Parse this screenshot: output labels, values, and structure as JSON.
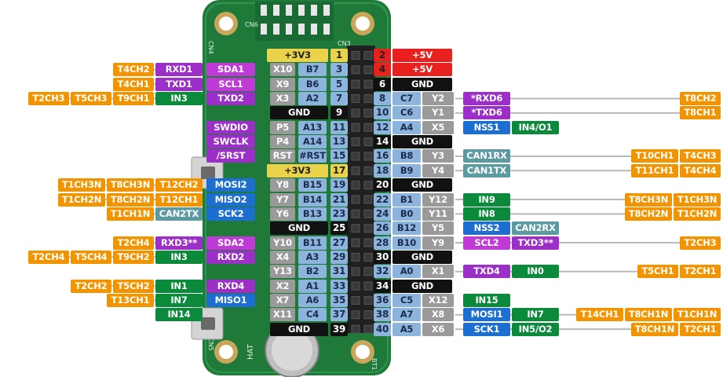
{
  "board": {
    "silkscreen": [
      "CN4",
      "CN6",
      "CN3",
      "BT1",
      "CN5",
      "HAT"
    ]
  },
  "colors": {
    "orange": "#f29400",
    "purple": "#9b2fc8",
    "magenta": "#c03ad8",
    "green": "#0b8a3c",
    "blue": "#1c6fd1",
    "teal": "#5c9aa2",
    "black": "#111111",
    "red": "#e8201e",
    "yellow": "#ead24a",
    "gray": "#9a9a9a",
    "lightblue": "#8db4dc"
  },
  "rows": [
    {
      "left": [],
      "onboard_left": [
        {
          "t": "+3V3",
          "c": "yellow"
        }
      ],
      "pin_l": "1",
      "pin_r": "2",
      "onboard_right": [
        {
          "t": "+5V",
          "c": "red"
        }
      ],
      "right": []
    },
    {
      "left": [
        {
          "t": "T4CH2",
          "c": "orange"
        },
        {
          "t": "RXD1",
          "c": "purple"
        }
      ],
      "onboard_left": [
        {
          "t": "SDA1",
          "c": "magenta"
        },
        {
          "t": "X10",
          "c": "gray"
        },
        {
          "t": "B7",
          "c": "lblue"
        }
      ],
      "pin_l": "3",
      "pin_r": "4",
      "onboard_right": [
        {
          "t": "+5V",
          "c": "red"
        }
      ],
      "right": []
    },
    {
      "left": [
        {
          "t": "T4CH1",
          "c": "orange"
        },
        {
          "t": "TXD1",
          "c": "purple"
        }
      ],
      "onboard_left": [
        {
          "t": "SCL1",
          "c": "magenta"
        },
        {
          "t": "X9",
          "c": "gray"
        },
        {
          "t": "B6",
          "c": "lblue"
        }
      ],
      "pin_l": "5",
      "pin_r": "6",
      "onboard_right": [
        {
          "t": "GND",
          "c": "black"
        }
      ],
      "right": []
    },
    {
      "left": [
        {
          "t": "T2CH3",
          "c": "orange"
        },
        {
          "t": "T5CH3",
          "c": "orange"
        },
        {
          "t": "T9CH1",
          "c": "orange"
        },
        {
          "t": "IN3",
          "c": "green"
        }
      ],
      "onboard_left": [
        {
          "t": "TXD2",
          "c": "purple"
        },
        {
          "t": "X3",
          "c": "gray"
        },
        {
          "t": "A2",
          "c": "lblue"
        }
      ],
      "pin_l": "7",
      "pin_r": "8",
      "onboard_right": [
        {
          "t": "C7",
          "c": "lblue"
        },
        {
          "t": "Y2",
          "c": "gray"
        }
      ],
      "right": [
        {
          "t": "*RXD6",
          "c": "purple"
        },
        {
          "t": "T8CH2",
          "c": "orange"
        }
      ]
    },
    {
      "left": [],
      "onboard_left": [
        {
          "t": "GND",
          "c": "black"
        }
      ],
      "pin_l": "9",
      "pin_r": "10",
      "onboard_right": [
        {
          "t": "C6",
          "c": "lblue"
        },
        {
          "t": "Y1",
          "c": "gray"
        }
      ],
      "right": [
        {
          "t": "*TXD6",
          "c": "purple"
        },
        {
          "t": "T8CH1",
          "c": "orange"
        }
      ]
    },
    {
      "left": [],
      "onboard_left": [
        {
          "t": "SWDIO",
          "c": "purple"
        },
        {
          "t": "P5",
          "c": "gray"
        },
        {
          "t": "A13",
          "c": "lblue"
        }
      ],
      "pin_l": "11",
      "pin_r": "12",
      "onboard_right": [
        {
          "t": "A4",
          "c": "lblue"
        },
        {
          "t": "X5",
          "c": "gray"
        }
      ],
      "right": [
        {
          "t": "NSS1",
          "c": "blue"
        },
        {
          "t": "IN4/O1",
          "c": "green"
        }
      ]
    },
    {
      "left": [],
      "onboard_left": [
        {
          "t": "SWCLK",
          "c": "purple"
        },
        {
          "t": "P4",
          "c": "gray"
        },
        {
          "t": "A14",
          "c": "lblue"
        }
      ],
      "pin_l": "13",
      "pin_r": "14",
      "onboard_right": [
        {
          "t": "GND",
          "c": "black"
        }
      ],
      "right": []
    },
    {
      "left": [],
      "onboard_left": [
        {
          "t": "/SRST",
          "c": "purple"
        },
        {
          "t": "RST",
          "c": "gray"
        },
        {
          "t": "#RST",
          "c": "lblue"
        }
      ],
      "pin_l": "15",
      "pin_r": "16",
      "onboard_right": [
        {
          "t": "B8",
          "c": "lblue"
        },
        {
          "t": "Y3",
          "c": "gray"
        }
      ],
      "right": [
        {
          "t": "CAN1RX",
          "c": "teal"
        },
        {
          "t": "T10CH1",
          "c": "orange"
        },
        {
          "t": "T4CH3",
          "c": "orange"
        }
      ]
    },
    {
      "left": [],
      "onboard_left": [
        {
          "t": "+3V3",
          "c": "yellow"
        }
      ],
      "pin_l": "17",
      "pin_r": "18",
      "onboard_right": [
        {
          "t": "B9",
          "c": "lblue"
        },
        {
          "t": "Y4",
          "c": "gray"
        }
      ],
      "right": [
        {
          "t": "CAN1TX",
          "c": "teal"
        },
        {
          "t": "T11CH1",
          "c": "orange"
        },
        {
          "t": "T4CH4",
          "c": "orange"
        }
      ]
    },
    {
      "left": [
        {
          "t": "T1CH3N",
          "c": "orange"
        },
        {
          "t": "T8CH3N",
          "c": "orange"
        },
        {
          "t": "T12CH2",
          "c": "orange"
        }
      ],
      "onboard_left": [
        {
          "t": "MOSI2",
          "c": "blue"
        },
        {
          "t": "Y8",
          "c": "gray"
        },
        {
          "t": "B15",
          "c": "lblue"
        }
      ],
      "pin_l": "19",
      "pin_r": "20",
      "onboard_right": [
        {
          "t": "GND",
          "c": "black"
        }
      ],
      "right": []
    },
    {
      "left": [
        {
          "t": "T1CH2N",
          "c": "orange"
        },
        {
          "t": "T8CH2N",
          "c": "orange"
        },
        {
          "t": "T12CH1",
          "c": "orange"
        }
      ],
      "onboard_left": [
        {
          "t": "MISO2",
          "c": "blue"
        },
        {
          "t": "Y7",
          "c": "gray"
        },
        {
          "t": "B14",
          "c": "lblue"
        }
      ],
      "pin_l": "21",
      "pin_r": "22",
      "onboard_right": [
        {
          "t": "B1",
          "c": "lblue"
        },
        {
          "t": "Y12",
          "c": "gray"
        }
      ],
      "right": [
        {
          "t": "IN9",
          "c": "green"
        },
        {
          "t": "T8CH3N",
          "c": "orange"
        },
        {
          "t": "T1CH3N",
          "c": "orange"
        }
      ]
    },
    {
      "left": [
        {
          "t": "T1CH1N",
          "c": "orange"
        },
        {
          "t": "CAN2TX",
          "c": "teal"
        }
      ],
      "onboard_left": [
        {
          "t": "SCK2",
          "c": "blue"
        },
        {
          "t": "Y6",
          "c": "gray"
        },
        {
          "t": "B13",
          "c": "lblue"
        }
      ],
      "pin_l": "23",
      "pin_r": "24",
      "onboard_right": [
        {
          "t": "B0",
          "c": "lblue"
        },
        {
          "t": "Y11",
          "c": "gray"
        }
      ],
      "right": [
        {
          "t": "IN8",
          "c": "green"
        },
        {
          "t": "T8CH2N",
          "c": "orange"
        },
        {
          "t": "T1CH2N",
          "c": "orange"
        }
      ]
    },
    {
      "left": [],
      "onboard_left": [
        {
          "t": "GND",
          "c": "black"
        }
      ],
      "pin_l": "25",
      "pin_r": "26",
      "onboard_right": [
        {
          "t": "B12",
          "c": "lblue"
        },
        {
          "t": "Y5",
          "c": "gray"
        }
      ],
      "right": [
        {
          "t": "NSS2",
          "c": "blue"
        },
        {
          "t": "CAN2RX",
          "c": "teal"
        }
      ]
    },
    {
      "left": [
        {
          "t": "T2CH4",
          "c": "orange"
        },
        {
          "t": "RXD3**",
          "c": "purple"
        }
      ],
      "onboard_left": [
        {
          "t": "SDA2",
          "c": "magenta"
        },
        {
          "t": "Y10",
          "c": "gray"
        },
        {
          "t": "B11",
          "c": "lblue"
        }
      ],
      "pin_l": "27",
      "pin_r": "28",
      "onboard_right": [
        {
          "t": "B10",
          "c": "lblue"
        },
        {
          "t": "Y9",
          "c": "gray"
        }
      ],
      "right": [
        {
          "t": "SCL2",
          "c": "magenta"
        },
        {
          "t": "TXD3**",
          "c": "purple"
        },
        {
          "t": "T2CH3",
          "c": "orange"
        }
      ]
    },
    {
      "left": [
        {
          "t": "T2CH4",
          "c": "orange"
        },
        {
          "t": "T5CH4",
          "c": "orange"
        },
        {
          "t": "T9CH2",
          "c": "orange"
        },
        {
          "t": "IN3",
          "c": "green"
        }
      ],
      "onboard_left": [
        {
          "t": "RXD2",
          "c": "purple"
        },
        {
          "t": "X4",
          "c": "gray"
        },
        {
          "t": "A3",
          "c": "lblue"
        }
      ],
      "pin_l": "29",
      "pin_r": "30",
      "onboard_right": [
        {
          "t": "GND",
          "c": "black"
        }
      ],
      "right": []
    },
    {
      "left": [],
      "onboard_left": [
        {
          "t": "Y13",
          "c": "gray"
        },
        {
          "t": "B2",
          "c": "lblue"
        }
      ],
      "pin_l": "31",
      "pin_r": "32",
      "onboard_right": [
        {
          "t": "A0",
          "c": "lblue"
        },
        {
          "t": "X1",
          "c": "gray"
        }
      ],
      "right": [
        {
          "t": "TXD4",
          "c": "purple"
        },
        {
          "t": "IN0",
          "c": "green"
        },
        {
          "t": "T5CH1",
          "c": "orange"
        },
        {
          "t": "T2CH1",
          "c": "orange"
        }
      ]
    },
    {
      "left": [
        {
          "t": "T2CH2",
          "c": "orange"
        },
        {
          "t": "T5CH2",
          "c": "orange"
        },
        {
          "t": "IN1",
          "c": "green"
        }
      ],
      "onboard_left": [
        {
          "t": "RXD4",
          "c": "purple"
        },
        {
          "t": "X2",
          "c": "gray"
        },
        {
          "t": "A1",
          "c": "lblue"
        }
      ],
      "pin_l": "33",
      "pin_r": "34",
      "onboard_right": [
        {
          "t": "GND",
          "c": "black"
        }
      ],
      "right": []
    },
    {
      "left": [
        {
          "t": "T13CH1",
          "c": "orange"
        },
        {
          "t": "IN7",
          "c": "green"
        }
      ],
      "onboard_left": [
        {
          "t": "MISO1",
          "c": "blue"
        },
        {
          "t": "X7",
          "c": "gray"
        },
        {
          "t": "A6",
          "c": "lblue"
        }
      ],
      "pin_l": "35",
      "pin_r": "36",
      "onboard_right": [
        {
          "t": "C5",
          "c": "lblue"
        },
        {
          "t": "X12",
          "c": "gray"
        }
      ],
      "right": [
        {
          "t": "IN15",
          "c": "green"
        }
      ]
    },
    {
      "left": [
        {
          "t": "IN14",
          "c": "green"
        }
      ],
      "onboard_left": [
        {
          "t": "X11",
          "c": "gray"
        },
        {
          "t": "C4",
          "c": "lblue"
        }
      ],
      "pin_l": "37",
      "pin_r": "38",
      "onboard_right": [
        {
          "t": "A7",
          "c": "lblue"
        },
        {
          "t": "X8",
          "c": "gray"
        }
      ],
      "right": [
        {
          "t": "MOSI1",
          "c": "blue"
        },
        {
          "t": "IN7",
          "c": "green"
        },
        {
          "t": "T14CH1",
          "c": "orange"
        },
        {
          "t": "T8CH1N",
          "c": "orange"
        },
        {
          "t": "T1CH1N",
          "c": "orange"
        }
      ]
    },
    {
      "left": [],
      "onboard_left": [
        {
          "t": "GND",
          "c": "black"
        }
      ],
      "pin_l": "39",
      "pin_r": "40",
      "onboard_right": [
        {
          "t": "A5",
          "c": "lblue"
        },
        {
          "t": "X6",
          "c": "gray"
        }
      ],
      "right": [
        {
          "t": "SCK1",
          "c": "blue"
        },
        {
          "t": "IN5/O2",
          "c": "green"
        },
        {
          "t": "T8CH1N",
          "c": "orange"
        },
        {
          "t": "T2CH1",
          "c": "orange"
        }
      ]
    }
  ]
}
